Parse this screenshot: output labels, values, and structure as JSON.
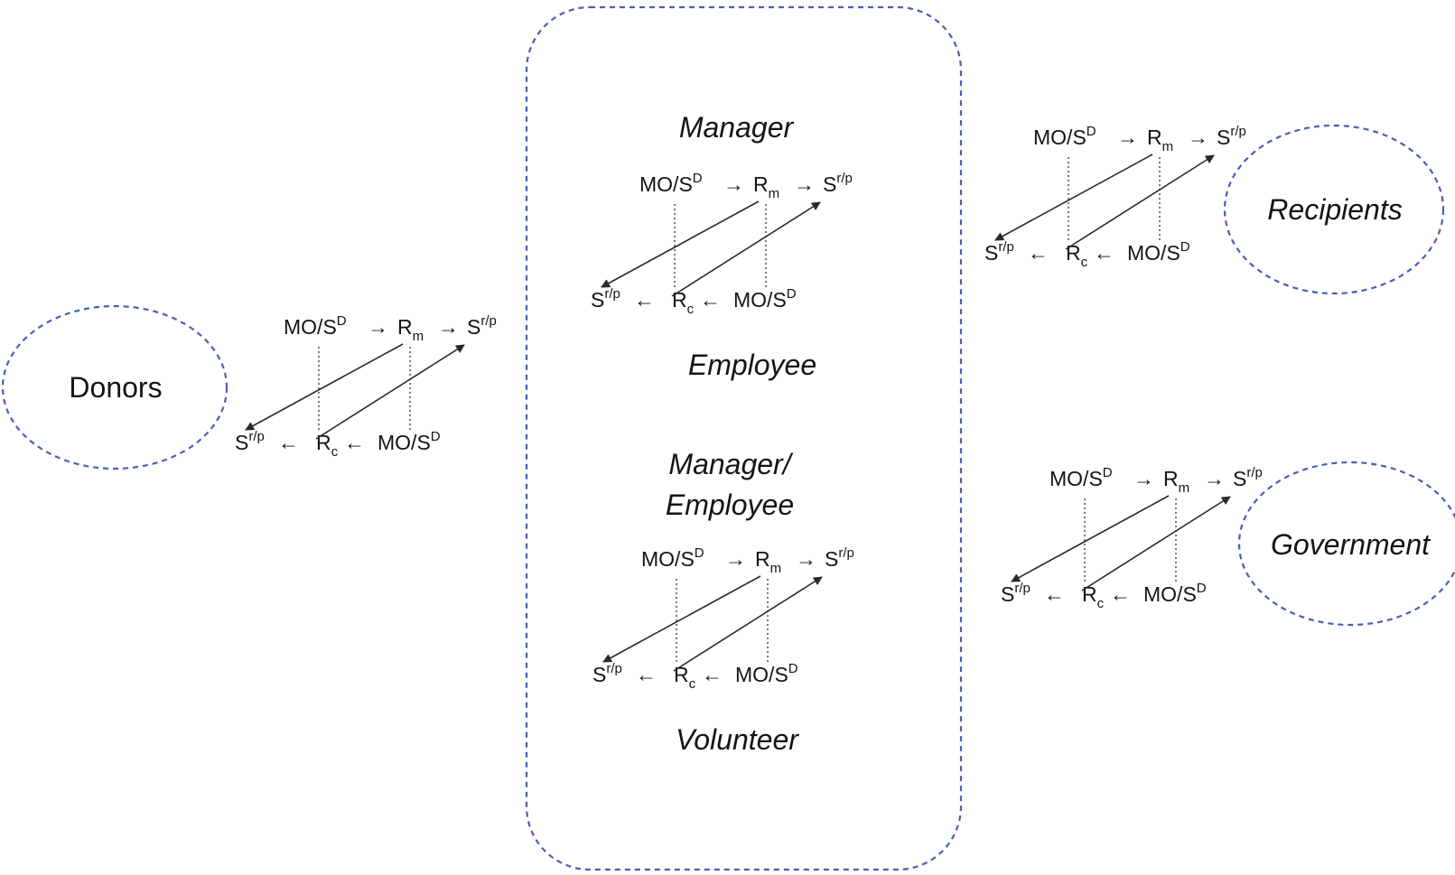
{
  "nodes": {
    "donors": "Donors",
    "recipients": "Recipients",
    "government": "Government"
  },
  "roles": {
    "manager": "Manager",
    "employee": "Employee",
    "manager_employee_line1": "Manager/",
    "manager_employee_line2": "Employee",
    "volunteer": "Volunteer"
  },
  "contingency": {
    "top": [
      "MO/S",
      "D",
      "→",
      "R",
      "m",
      "→",
      "S",
      "r/p"
    ],
    "bottom": [
      "S",
      "r/p",
      "←",
      "R",
      "c",
      "←",
      "MO/S",
      "D"
    ]
  },
  "colors": {
    "dashed_border": "#4a5db5",
    "text": "#141414"
  }
}
